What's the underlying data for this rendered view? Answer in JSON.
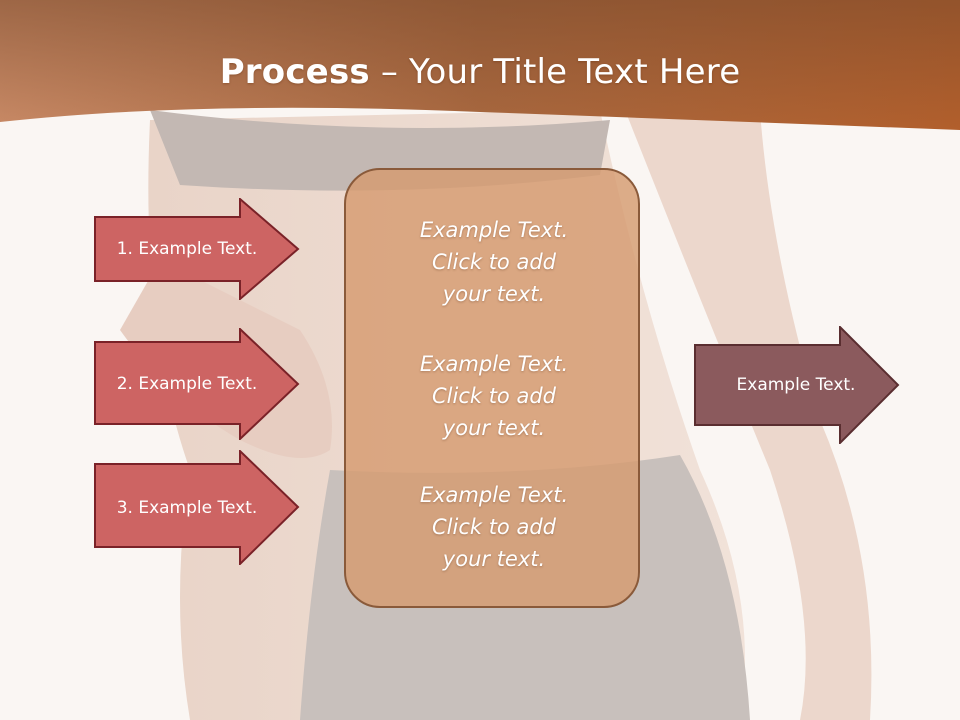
{
  "slide": {
    "title_strong": "Process",
    "title_rest": " – Your Title Text Here"
  },
  "left_arrows": [
    {
      "label": "1. Example Text."
    },
    {
      "label": "2. Example Text."
    },
    {
      "label": "3. Example Text."
    }
  ],
  "center_blocks": [
    {
      "lines": [
        "Example Text.",
        "Click  to add",
        "your text."
      ]
    },
    {
      "lines": [
        "Example Text.",
        "Click  to add",
        "your text."
      ]
    },
    {
      "lines": [
        "Example Text.",
        "Click  to add",
        "your text."
      ]
    }
  ],
  "output_arrow": {
    "label": "Example Text."
  },
  "colors": {
    "header": "#b4693c",
    "left_arrow_fill": "#cd6463",
    "left_arrow_border": "#7a2228",
    "output_arrow_fill": "#8b5a5d",
    "center_fill": "#d69b70",
    "background": "#faf6f3"
  }
}
